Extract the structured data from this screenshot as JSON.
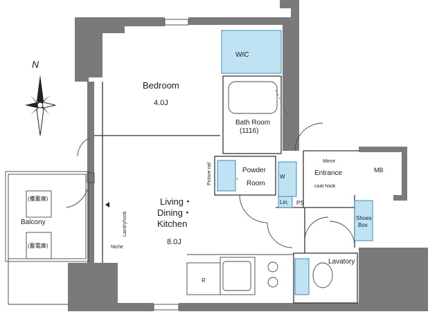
{
  "colors": {
    "wall": "#7a7a7a",
    "wet_area_fill": "#bfe3f3",
    "wet_area_stroke": "#3a8db8",
    "line": "#333333"
  },
  "compass": {
    "north_label": "N",
    "icon": "compass-rose-icon"
  },
  "rooms": {
    "wic": "WIC",
    "bedroom": "Bedroom",
    "bedroom_size": "4.0J",
    "bath_room": "Bath Room",
    "bath_size": "(1116)",
    "powder_room_line1": "Powder",
    "powder_room_line2": "Room",
    "entrance": "Entrance",
    "mb": "MB",
    "ldk_line1": "Living・",
    "ldk_line2": "Dining・",
    "ldk_line3": "Kitchen",
    "ldk_size": "8.0J",
    "balcony": "Balcony",
    "lavatory": "Lavatory",
    "shoes_box_line1": "Shoes",
    "shoes_box_line2": "Box"
  },
  "fixtures": {
    "washer": "W",
    "linen": "Lin.",
    "ps": "PS",
    "mirror": "Mirror",
    "coat_hook": "coat hook",
    "picture_rail": "Picture rail",
    "laundry_hook": "Landryhook",
    "niche": "Niche",
    "refrigerator": "R",
    "balcony_unit_1": "(備蓄庫)",
    "balcony_unit_2": "(蓄電庫)"
  }
}
